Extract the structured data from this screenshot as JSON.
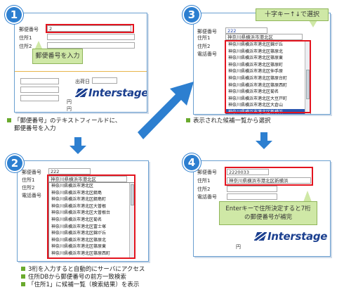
{
  "step1": {
    "number": "1",
    "labels": [
      "郵便番号",
      "住所1",
      "住所2"
    ],
    "postal_value": "2",
    "callout": "郵便番号を入力",
    "date_label": "出荷日",
    "yen": [
      "円",
      "円"
    ],
    "logo": "Interstage"
  },
  "step2": {
    "number": "2",
    "labels": [
      "郵便番号",
      "住所1",
      "住所2",
      "電話番号"
    ],
    "postal_value": "222",
    "address_value": "神奈川県横浜市港北区",
    "candidates": [
      "神奈川県横浜市港北区",
      "神奈川県横浜市港北区綱島",
      "神奈川県横浜市港北区綱島町",
      "神奈川県横浜市港北区大曽根",
      "神奈川県横浜市港北区大曽根台",
      "神奈川県横浜市港北区菊名",
      "神奈川県横浜市港北区富士塚",
      "神奈川県横浜市港北区錦が丘",
      "神奈川県横浜市港北区篠原北",
      "神奈川県横浜市港北区篠原東",
      "神奈川県横浜市港北区篠原西町"
    ]
  },
  "step3": {
    "number": "3",
    "labels": [
      "郵便番号",
      "住所1",
      "住所2",
      "電話番号"
    ],
    "postal_value": "222",
    "address_value": "神奈川県横浜市港北区",
    "callout": "十字キー↑↓で選択",
    "candidates": [
      "神奈川県横浜市港北区錦が丘",
      "神奈川県横浜市港北区篠原北",
      "神奈川県横浜市港北区篠原東",
      "神奈川県横浜市港北区篠原町",
      "神奈川県横浜市港北区仲手原",
      "神奈川県横浜市港北区篠原台町",
      "神奈川県横浜市港北区篠原西町",
      "神奈川県横浜市港北区菊名",
      "神奈川県横浜市港北区大豆戸町",
      "神奈川県横浜市港北区大倉山",
      "神奈川県横浜市港北区新横浜"
    ],
    "selected_index": 10
  },
  "step4": {
    "number": "4",
    "labels": [
      "郵便番号",
      "住所1",
      "住所2",
      "電話番号"
    ],
    "postal_value": "2220033",
    "address_value": "神奈川県横浜市港北区新横浜",
    "callout": "Enterキーで住所決定すると7桁の郵便番号が補完",
    "yen": "円",
    "logo": "Interstage"
  },
  "captions": {
    "step1": [
      "「郵便番号」のテキストフィールドに、",
      "郵便番号を入力"
    ],
    "step3": [
      "表示された候補一覧から選択"
    ],
    "step2": [
      "3桁を入力すると自動的にサーバにアクセス",
      "住所DBから郵便番号の前方一致検索",
      "「住所1」に候補一覧（検索結果）を表示"
    ]
  },
  "colors": {
    "accent": "#2d7fd0",
    "highlight": "#e3141f",
    "callout": "#cfe8a6",
    "bullet": "#6aaa2e",
    "selected": "#2b57b0"
  }
}
